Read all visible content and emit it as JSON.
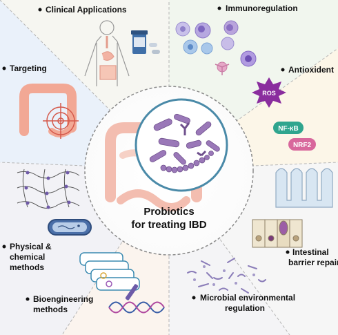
{
  "diagram": {
    "center_title_line1": "Probiotics",
    "center_title_line2": "for treating IBD",
    "sectors": {
      "clinical": "Clinical Applications",
      "immuno": "Immunoregulation",
      "targeting": "Targeting",
      "antioxidant": "Antioxident",
      "physical_line1": "Physical &",
      "physical_line2": "chemical",
      "physical_line3": "methods",
      "barrier_line1": "Intestinal",
      "barrier_line2": "barrier repair",
      "bioeng_line1": "Bioengineering",
      "bioeng_line2": "methods",
      "microbial_line1": "Microbial environmental",
      "microbial_line2": "regulation"
    },
    "badges": {
      "ros": "ROS",
      "nfkb": "NF-κB",
      "nrf2": "NRF2"
    }
  },
  "colors": {
    "top_left": "#f6f6f1",
    "top_right": "#f1f6ee",
    "left_upper": "#eaf1fa",
    "right_upper": "#fcf6e8",
    "left_lower": "#f2f2f6",
    "right_lower": "#f6f6f6",
    "bottom_left": "#fbf4ee",
    "bottom_right": "#f4f4f6",
    "intestine": "#f2b3a3",
    "bacteria": "#9a78b8",
    "ros": "#8a2d9e",
    "nfkb": "#2fa58e",
    "nrf2": "#d8679c"
  }
}
